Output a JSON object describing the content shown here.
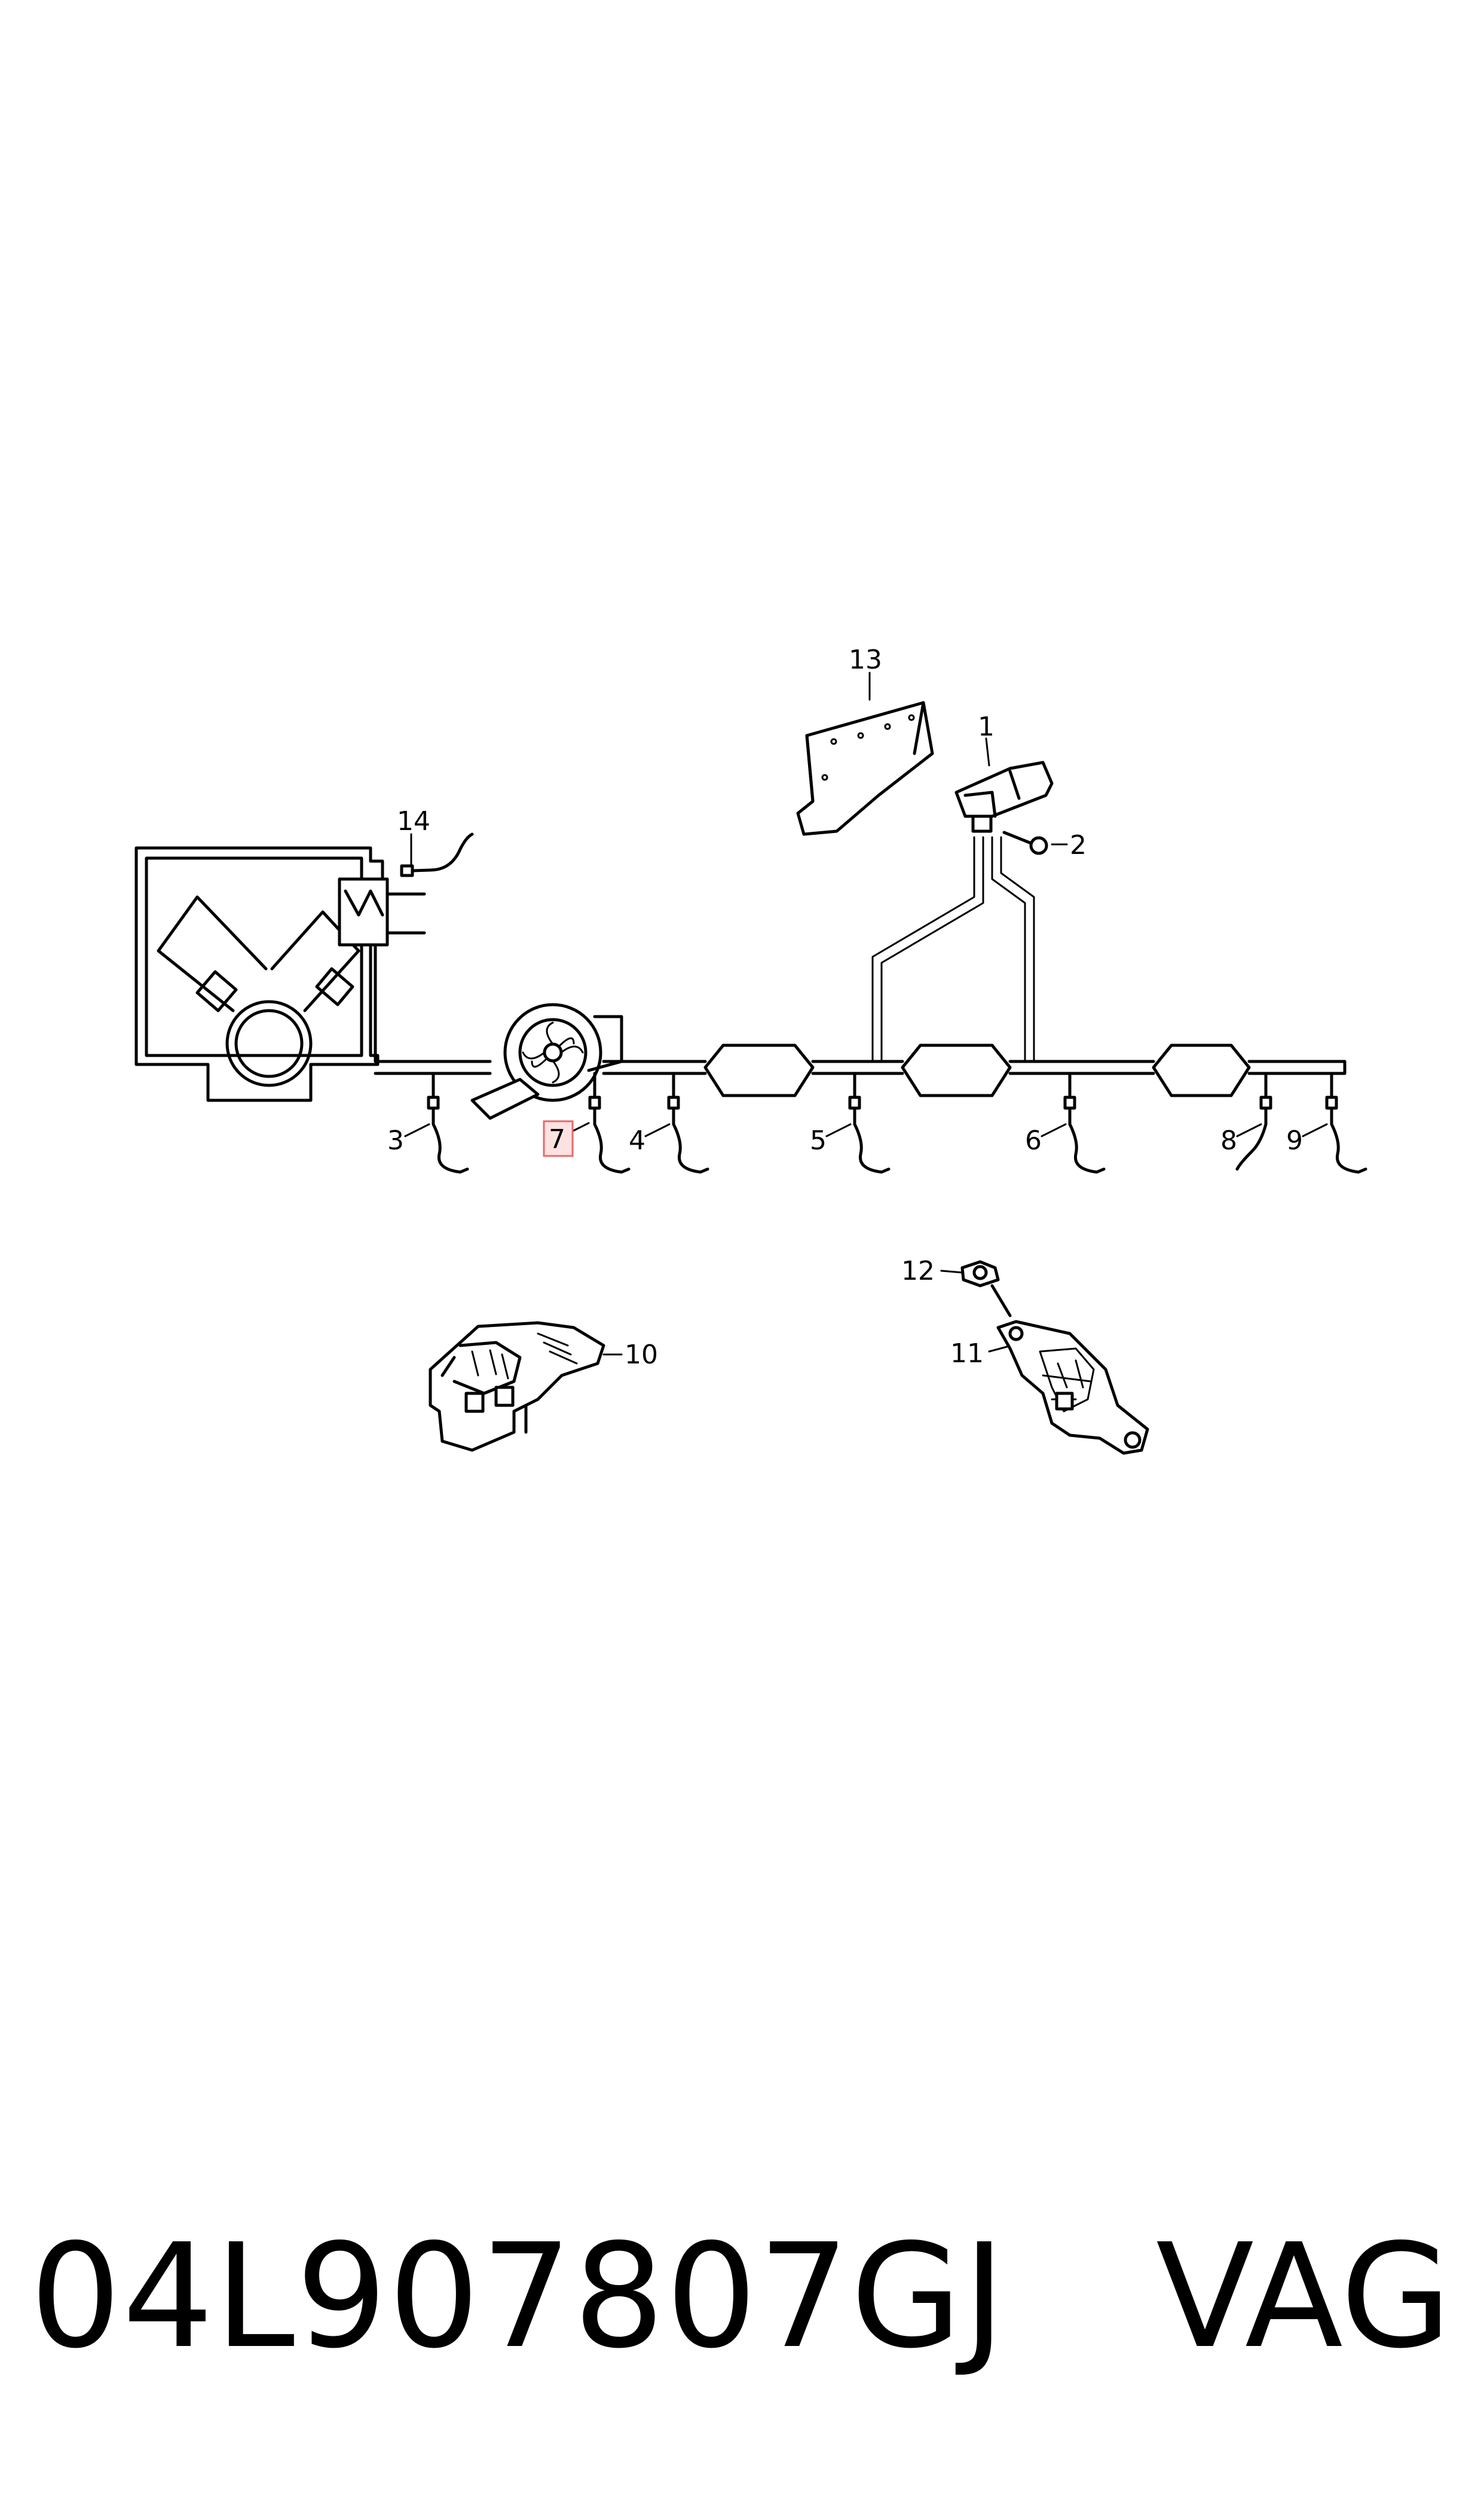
{
  "callouts": {
    "c1": "1",
    "c2": "2",
    "c3": "3",
    "c4": "4",
    "c5": "5",
    "c6": "6",
    "c7": "7",
    "c8": "8",
    "c9": "9",
    "c10": "10",
    "c11": "11",
    "c12": "12",
    "c13": "13",
    "c14": "14"
  },
  "highlighted_callout": "7",
  "footer": {
    "part_number": "04L907807GJ",
    "brand": "VAG"
  },
  "colors": {
    "line": "#000000",
    "highlight_fill": "#fde2e2",
    "highlight_border": "#e86a6a"
  }
}
